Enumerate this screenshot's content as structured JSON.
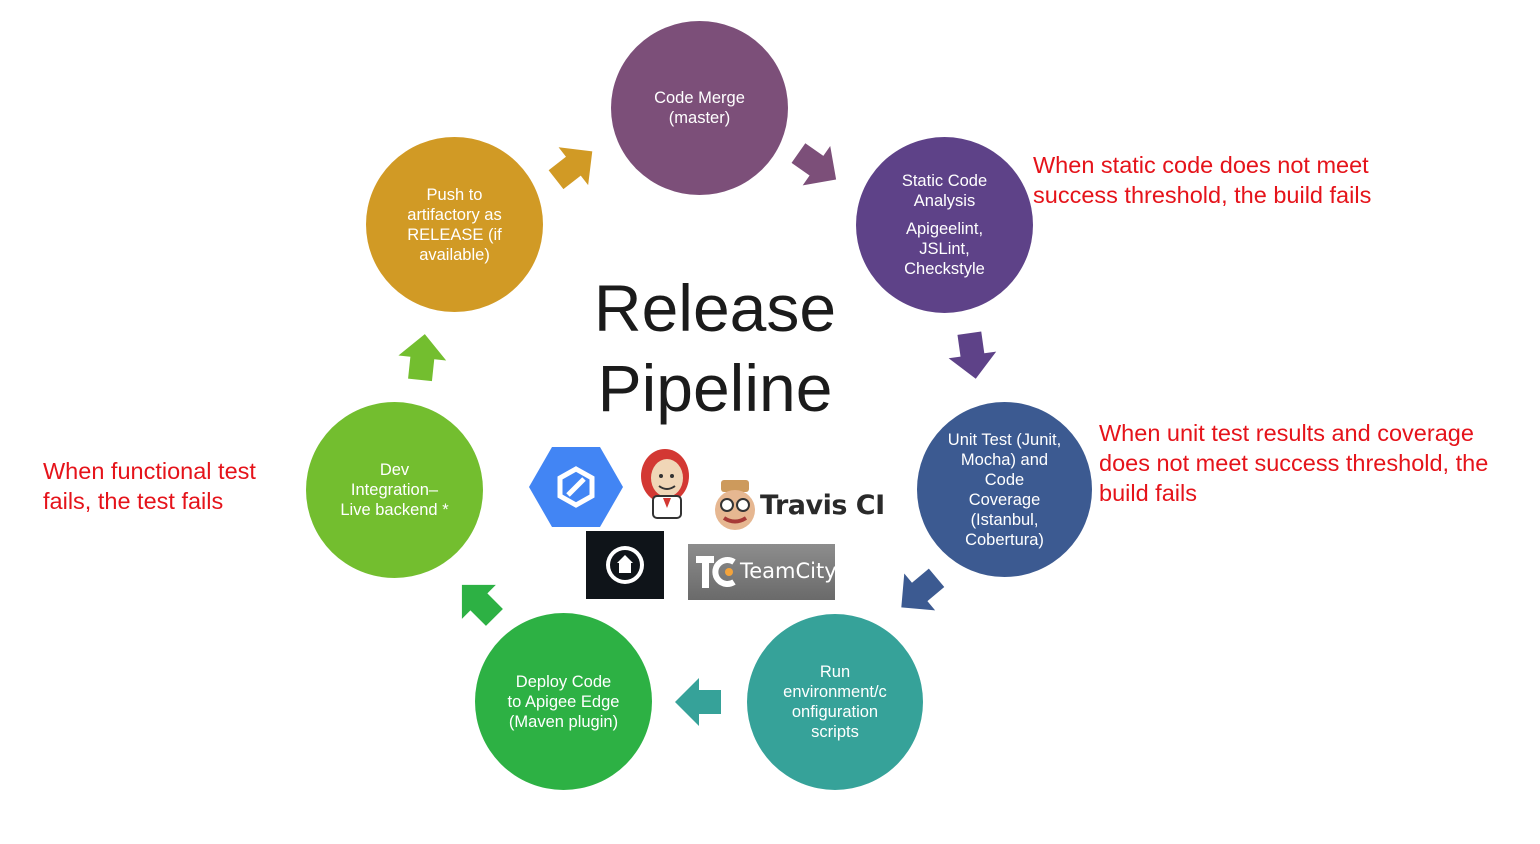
{
  "title": [
    "Release",
    "Pipeline"
  ],
  "steps": {
    "merge": {
      "lines": [
        "Code Merge",
        "(master)"
      ],
      "color": "#7c4f79"
    },
    "static": {
      "lines_a": [
        "Static Code",
        "Analysis"
      ],
      "lines_b": [
        "Apigeelint,",
        "JSLint,",
        "Checkstyle"
      ],
      "color": "#5e4288"
    },
    "unit": {
      "lines": [
        "Unit Test (Junit,",
        "Mocha) and",
        "Code",
        "Coverage",
        "(Istanbul,",
        "Cobertura)"
      ],
      "color": "#3c5a91"
    },
    "run": {
      "lines": [
        "Run",
        "environment/c",
        "onfiguration",
        "scripts"
      ],
      "color": "#36a299"
    },
    "deploy": {
      "lines": [
        "Deploy Code",
        "to Apigee Edge",
        "(Maven plugin)"
      ],
      "color": "#2db144"
    },
    "dev": {
      "lines": [
        "Dev",
        "Integration–",
        "Live backend *"
      ],
      "color": "#73be2f"
    },
    "push": {
      "lines": [
        "Push to",
        "artifactory as",
        "RELEASE (if",
        "available)"
      ],
      "color": "#d19a25"
    }
  },
  "notes": {
    "static": [
      "When static code does not meet",
      "success threshold, the build fails"
    ],
    "unit": [
      "When unit test results and coverage",
      "does not meet success threshold, the",
      "build fails"
    ],
    "functional": [
      "When functional test",
      "fails, the test fails"
    ]
  },
  "logos": {
    "gcp": "google-cloud-build-icon",
    "jenkins": "jenkins-icon",
    "travis": {
      "icon": "travis-ci-mascot-icon",
      "text": "Travis CI"
    },
    "concourse": "concourse-ci-icon",
    "teamcity": {
      "icon": "teamcity-icon",
      "text": "TeamCity"
    }
  },
  "colors": {
    "note_red": "#e5131a",
    "title": "#1b1b1b"
  }
}
